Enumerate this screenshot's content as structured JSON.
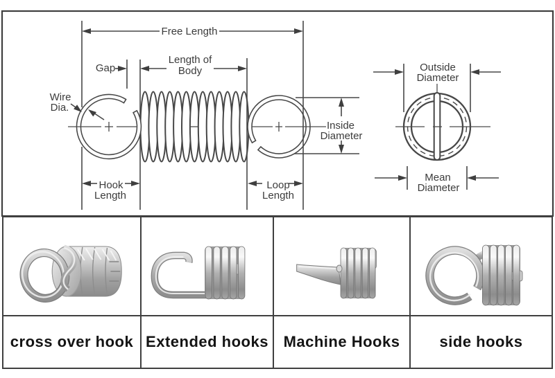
{
  "window": {
    "background": "#ffffff"
  },
  "colors": {
    "diagram_line": "#474747",
    "diagram_text": "#3b3b3b",
    "border": "#3f3f3f",
    "table_label_text": "#141414",
    "metal_light": "#f0f0f0",
    "metal_mid": "#adadad",
    "metal_dark": "#8a8a8a"
  },
  "diagram": {
    "free_length": "Free Length",
    "gap": "Gap",
    "length_of_body": [
      "Length of",
      "Body"
    ],
    "wire_dia": [
      "Wire",
      "Dia."
    ],
    "hook_length": [
      "Hook",
      "Length"
    ],
    "loop_length": [
      "Loop",
      "Length"
    ],
    "inside_diameter": [
      "Inside",
      "Diameter"
    ],
    "outside_diameter": [
      "Outside",
      "Diameter"
    ],
    "mean_diameter": [
      "Mean",
      "Diameter"
    ]
  },
  "table": {
    "cells": [
      {
        "label": "cross over hook",
        "image": "cross-over-hook-spring"
      },
      {
        "label": "Extended hooks",
        "image": "extended-hook-spring"
      },
      {
        "label": "Machine Hooks",
        "image": "machine-hook-spring"
      },
      {
        "label": "side hooks",
        "image": "side-hook-spring"
      }
    ]
  }
}
